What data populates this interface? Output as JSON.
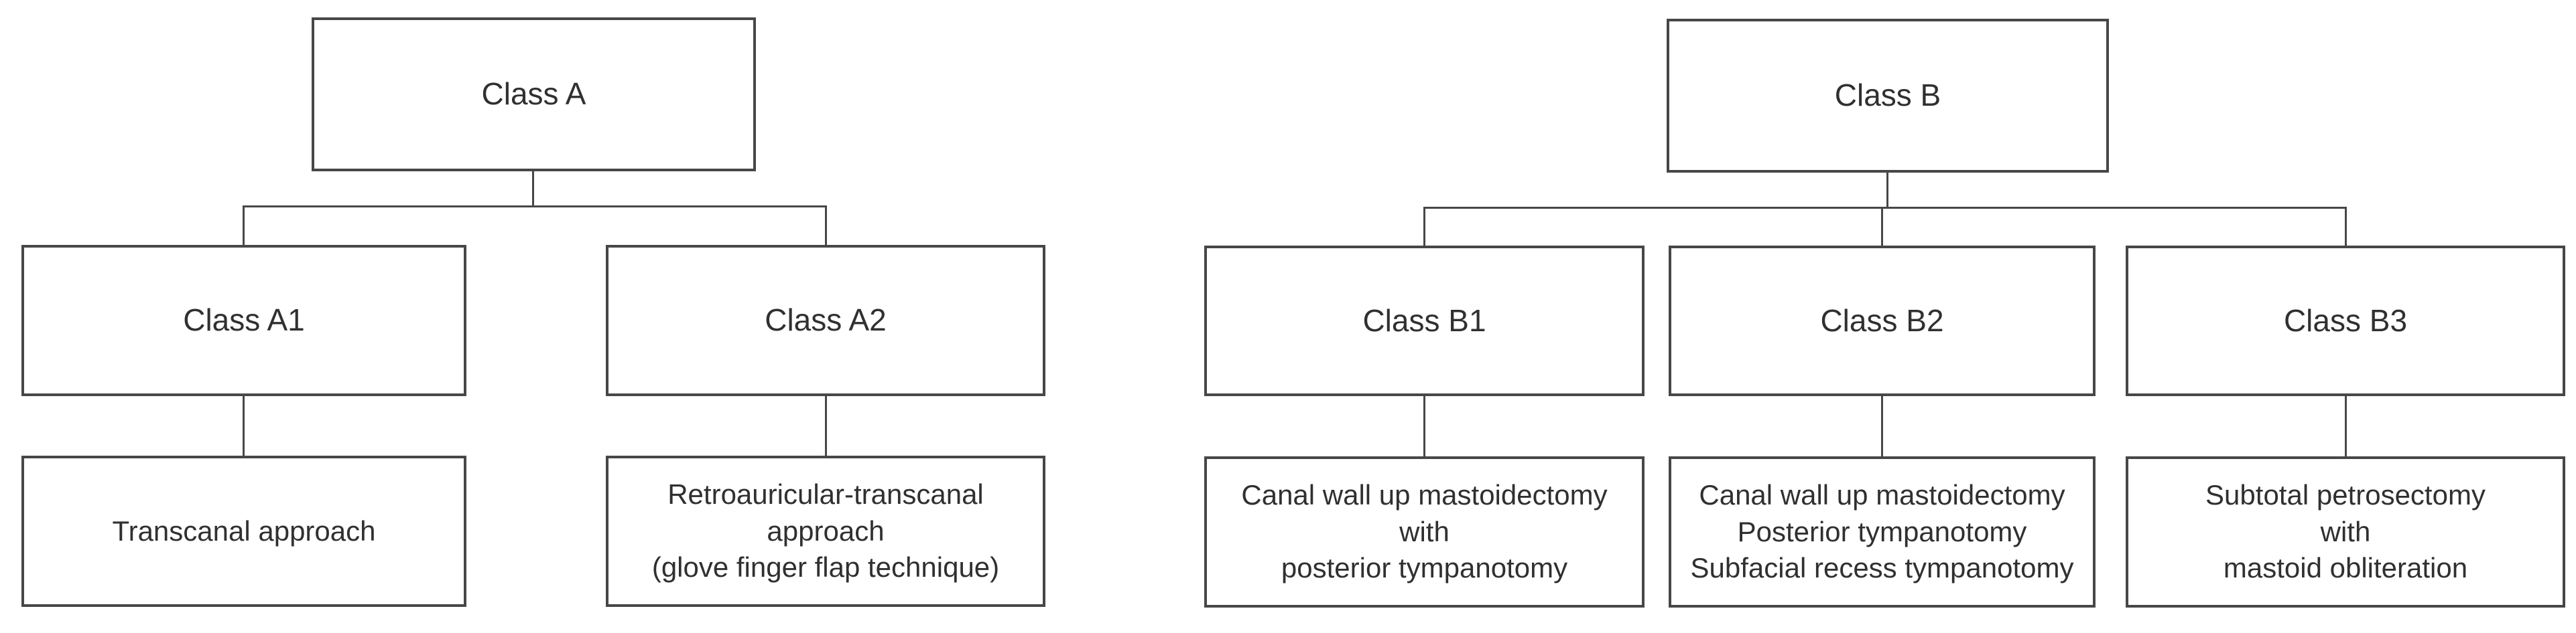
{
  "tree_a": {
    "root": {
      "label": "Class A"
    },
    "children": [
      {
        "label": "Class A1",
        "procedure": {
          "lines": [
            "Transcanal approach"
          ]
        }
      },
      {
        "label": "Class A2",
        "procedure": {
          "lines": [
            "Retroauricular-transcanal",
            "approach",
            "(glove finger flap technique)"
          ]
        }
      }
    ]
  },
  "tree_b": {
    "root": {
      "label": "Class B"
    },
    "children": [
      {
        "label": "Class B1",
        "procedure": {
          "lines": [
            "Canal wall up mastoidectomy",
            "with",
            "posterior tympanotomy"
          ]
        }
      },
      {
        "label": "Class B2",
        "procedure": {
          "lines": [
            "Canal wall up mastoidectomy",
            "Posterior tympanotomy",
            "Subfacial recess tympanotomy"
          ]
        }
      },
      {
        "label": "Class B3",
        "procedure": {
          "lines": [
            "Subtotal petrosectomy",
            "with",
            "mastoid obliteration"
          ]
        }
      }
    ]
  },
  "colors": {
    "border": "#474747",
    "line": "#474747",
    "text": "#303030",
    "background": "#ffffff"
  }
}
